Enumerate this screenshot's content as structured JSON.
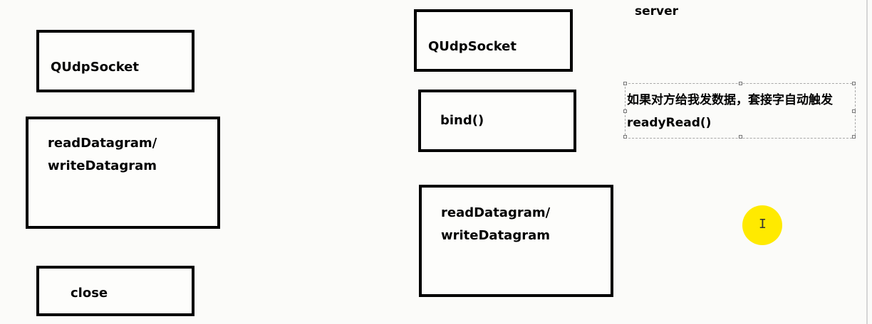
{
  "client": {
    "socket_label": "QUdpSocket",
    "rw_line1": "readDatagram/",
    "rw_line2": "writeDatagram",
    "close_label": "close"
  },
  "server": {
    "title": "server",
    "socket_label": "QUdpSocket",
    "bind_label": "bind()",
    "rw_line1": "readDatagram/",
    "rw_line2": "writeDatagram"
  },
  "note": {
    "line1": "如果对方给我发数据，套接字自动触发",
    "line2": "readyRead()"
  },
  "cursor": {
    "icon": "text-cursor-icon",
    "highlight_color": "#ffea00"
  }
}
